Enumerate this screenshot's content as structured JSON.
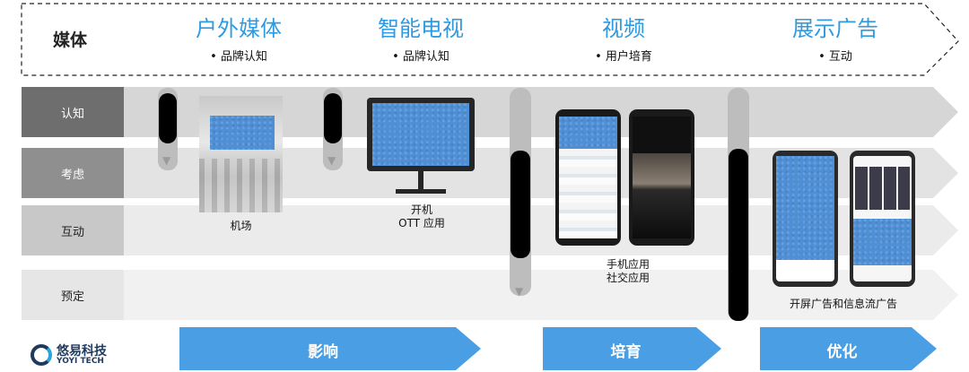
{
  "header": {
    "label": "媒体",
    "columns": [
      {
        "title": "户外媒体",
        "sub": "品牌认知"
      },
      {
        "title": "智能电视",
        "sub": "品牌认知"
      },
      {
        "title": "视频",
        "sub": "用户培育"
      },
      {
        "title": "展示广告",
        "sub": "互动"
      }
    ]
  },
  "rows": [
    "认知",
    "考虑",
    "互动",
    "预定"
  ],
  "captions": {
    "airport": "机场",
    "tv_line1": "开机",
    "tv_line2": "OTT 应用",
    "video_line1": "手机应用",
    "video_line2": "社交应用",
    "display": "开屏广告和信息流广告"
  },
  "logo": {
    "name_cn": "悠易科技",
    "name_en": "YOYI TECH"
  },
  "stages": [
    "影响",
    "培育",
    "优化"
  ],
  "colors": {
    "accent": "#2f9ae0",
    "stage": "#4a9ee3",
    "screen": "#4f8fd6"
  }
}
